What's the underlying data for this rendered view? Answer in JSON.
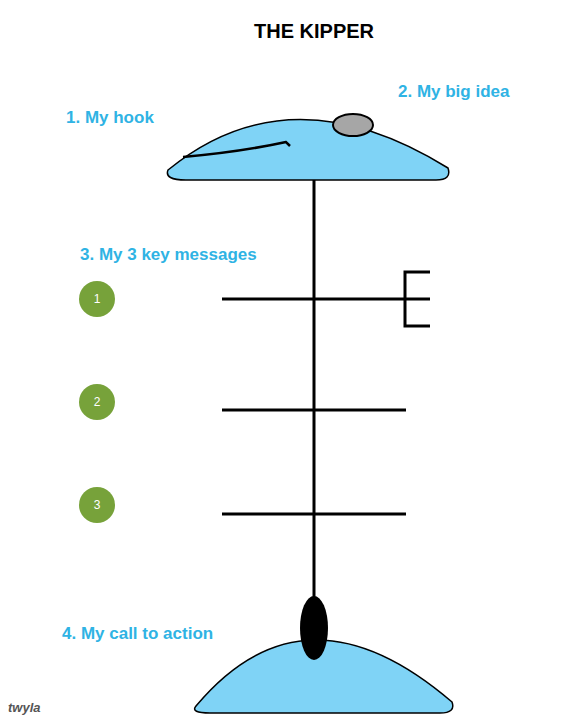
{
  "diagram": {
    "title": "THE KIPPER",
    "nodes": [
      {
        "text": [
          "1"
        ]
      },
      {
        "text": [
          "2"
        ]
      },
      {
        "text": [
          "3"
        ]
      }
    ],
    "labels": [
      "1. My hook",
      "2. My big idea",
      "3. My 3 key messages",
      "4. My call to action",
      "twyla"
    ]
  }
}
